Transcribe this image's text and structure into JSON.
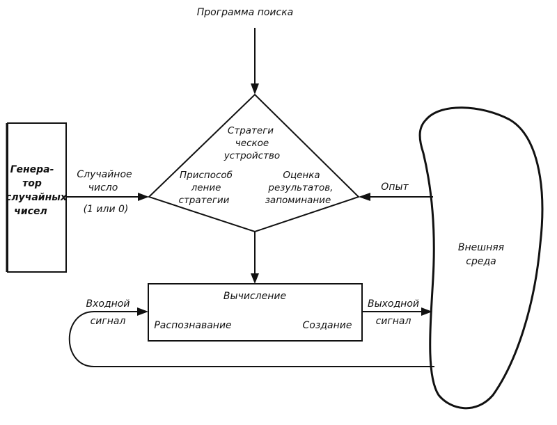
{
  "labels": {
    "search_program": "Программа поиска",
    "strategic_line1": "Стратеги",
    "strategic_line2": "ческое",
    "strategic_line3": "устройство",
    "adapt_line1": "Приспособ",
    "adapt_line2": "ление",
    "adapt_line3": "стратегии",
    "eval_line1": "Оценка",
    "eval_line2": "результатов,",
    "eval_line3": "запоминание",
    "generator_line1": "Генера-",
    "generator_line2": "тор",
    "generator_line3": "случайных",
    "generator_line4": "чисел",
    "random_line1": "Случайное",
    "random_line2": "число",
    "random_line3": "(1 или 0)",
    "experience": "Опыт",
    "environment_line1": "Внешняя",
    "environment_line2": "среда",
    "computation": "Вычисление",
    "recognition": "Распознавание",
    "creation": "Создание",
    "input_line1": "Входной",
    "input_line2": "сигнал",
    "output_line1": "Выходной",
    "output_line2": "сигнал"
  }
}
